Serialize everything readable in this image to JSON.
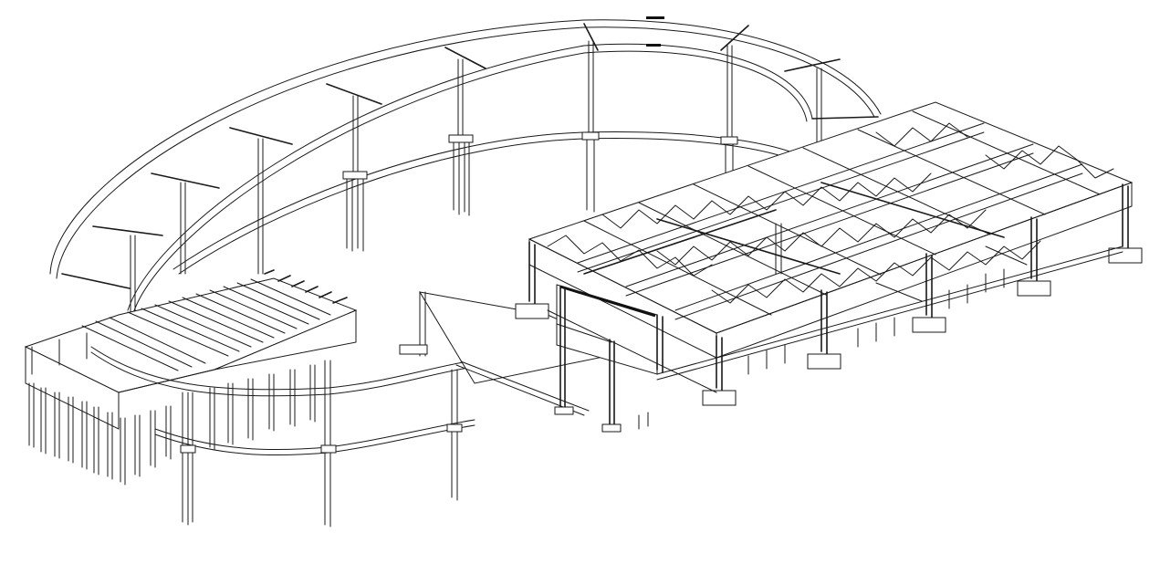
{
  "view": {
    "type": "isometric-structural-wireframe",
    "background": "#ffffff",
    "line_color": "#1a1a1a"
  },
  "components": [
    {
      "name": "curved-roof-frame",
      "description_hidden": true
    },
    {
      "name": "curved-mid-ring-beam"
    },
    {
      "name": "curved-ground-beam"
    },
    {
      "name": "timber-deck-platform"
    },
    {
      "name": "pile-foundation-cluster"
    },
    {
      "name": "truss-roof-grid"
    },
    {
      "name": "portal-frame-wall"
    },
    {
      "name": "pad-footings"
    }
  ]
}
